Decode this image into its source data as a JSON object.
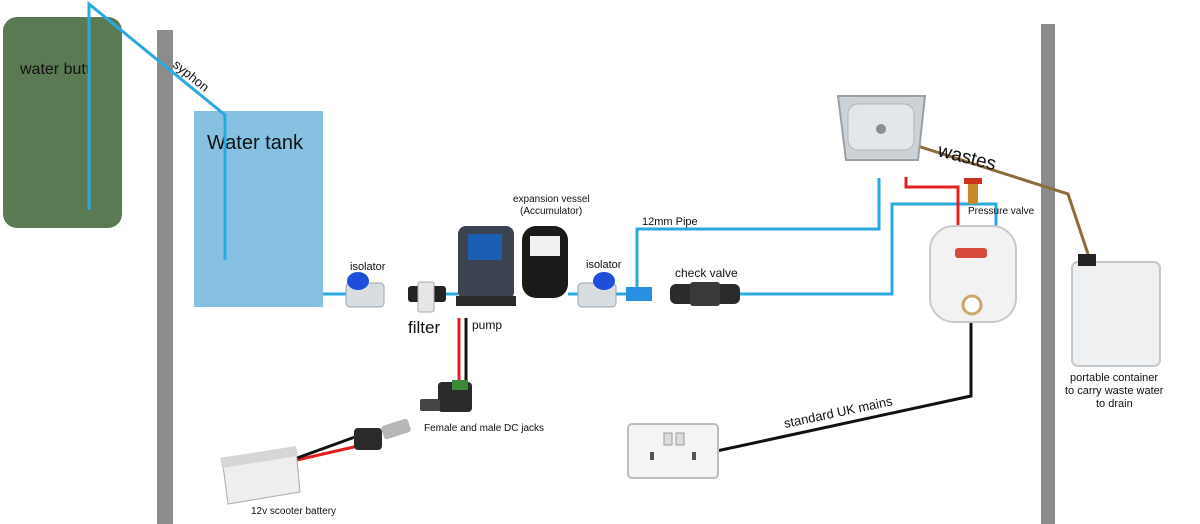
{
  "labels": {
    "water_butt": "water butt",
    "syphon": "syphon",
    "water_tank": "Water tank",
    "isolator_left": "isolator",
    "filter": "filter",
    "pump": "pump",
    "expansion_vessel_line1": "expansion vessel",
    "expansion_vessel_line2": "(Accumulator)",
    "isolator_right": "isolator",
    "pipe_12mm": "12mm Pipe",
    "check_valve": "check valve",
    "wastes": "wastes",
    "pressure_valve": "Pressure valve",
    "dc_jacks": "Female and male DC jacks",
    "battery": "12v scooter battery",
    "mains": "standard UK mains",
    "container_line1": "portable container",
    "container_line2": "to carry waste water",
    "container_line3": "to drain"
  },
  "colors": {
    "water_pipe": "#2aa8e0",
    "waste_pipe": "#8b6b3a",
    "power_positive": "#e02020",
    "power_negative": "#111111",
    "wall": "#8c8c8c",
    "water_butt": "#5a7a54",
    "water_tank": "#86c1e2",
    "valve_handle": "#1f4fd8"
  },
  "icons": [
    "ball-valve",
    "inline-filter",
    "water-pump",
    "accumulator-vessel",
    "check-valve",
    "sink",
    "water-heater",
    "pressure-relief-valve",
    "dc-jack",
    "lead-acid-battery",
    "uk-wall-socket",
    "plastic-jerrycan"
  ]
}
